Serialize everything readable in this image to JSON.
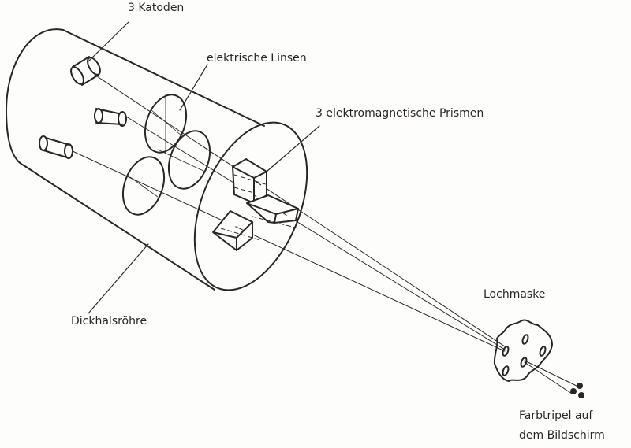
{
  "labels": {
    "cathodes": "3 Katoden",
    "lenses": "elektrische Linsen",
    "prisms": "3 elektromagnetische Prismen",
    "tube": "Dickhalsröhre",
    "mask": "Lochmaske",
    "triple_line1": "Farbtripel auf",
    "triple_line2": "dem Bildschirm"
  },
  "colors": {
    "ink": "#2a2624",
    "paper": "#fdfdfb"
  }
}
